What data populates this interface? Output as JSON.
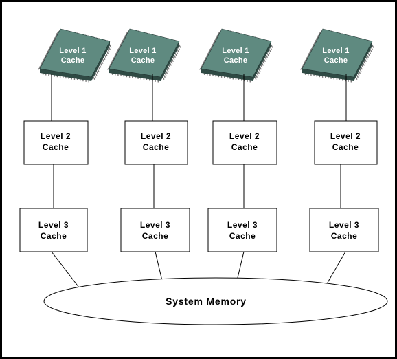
{
  "columns": [
    {
      "l1_line1": "Level 1",
      "l1_line2": "Cache",
      "l2_line1": "Level 2",
      "l2_line2": "Cache",
      "l3_line1": "Level 3",
      "l3_line2": "Cache"
    },
    {
      "l1_line1": "Level 1",
      "l1_line2": "Cache",
      "l2_line1": "Level 2",
      "l2_line2": "Cache",
      "l3_line1": "Level 3",
      "l3_line2": "Cache"
    },
    {
      "l1_line1": "Level 1",
      "l1_line2": "Cache",
      "l2_line1": "Level 2",
      "l2_line2": "Cache",
      "l3_line1": "Level 3",
      "l3_line2": "Cache"
    },
    {
      "l1_line1": "Level 1",
      "l1_line2": "Cache",
      "l2_line1": "Level 2",
      "l2_line2": "Cache",
      "l3_line1": "Level 3",
      "l3_line2": "Cache"
    }
  ],
  "system_memory_label": "System Memory",
  "colors": {
    "chip_top": "#5f8a80",
    "chip_side": "#2f4a44",
    "pins": "#777777",
    "border": "#000000"
  }
}
